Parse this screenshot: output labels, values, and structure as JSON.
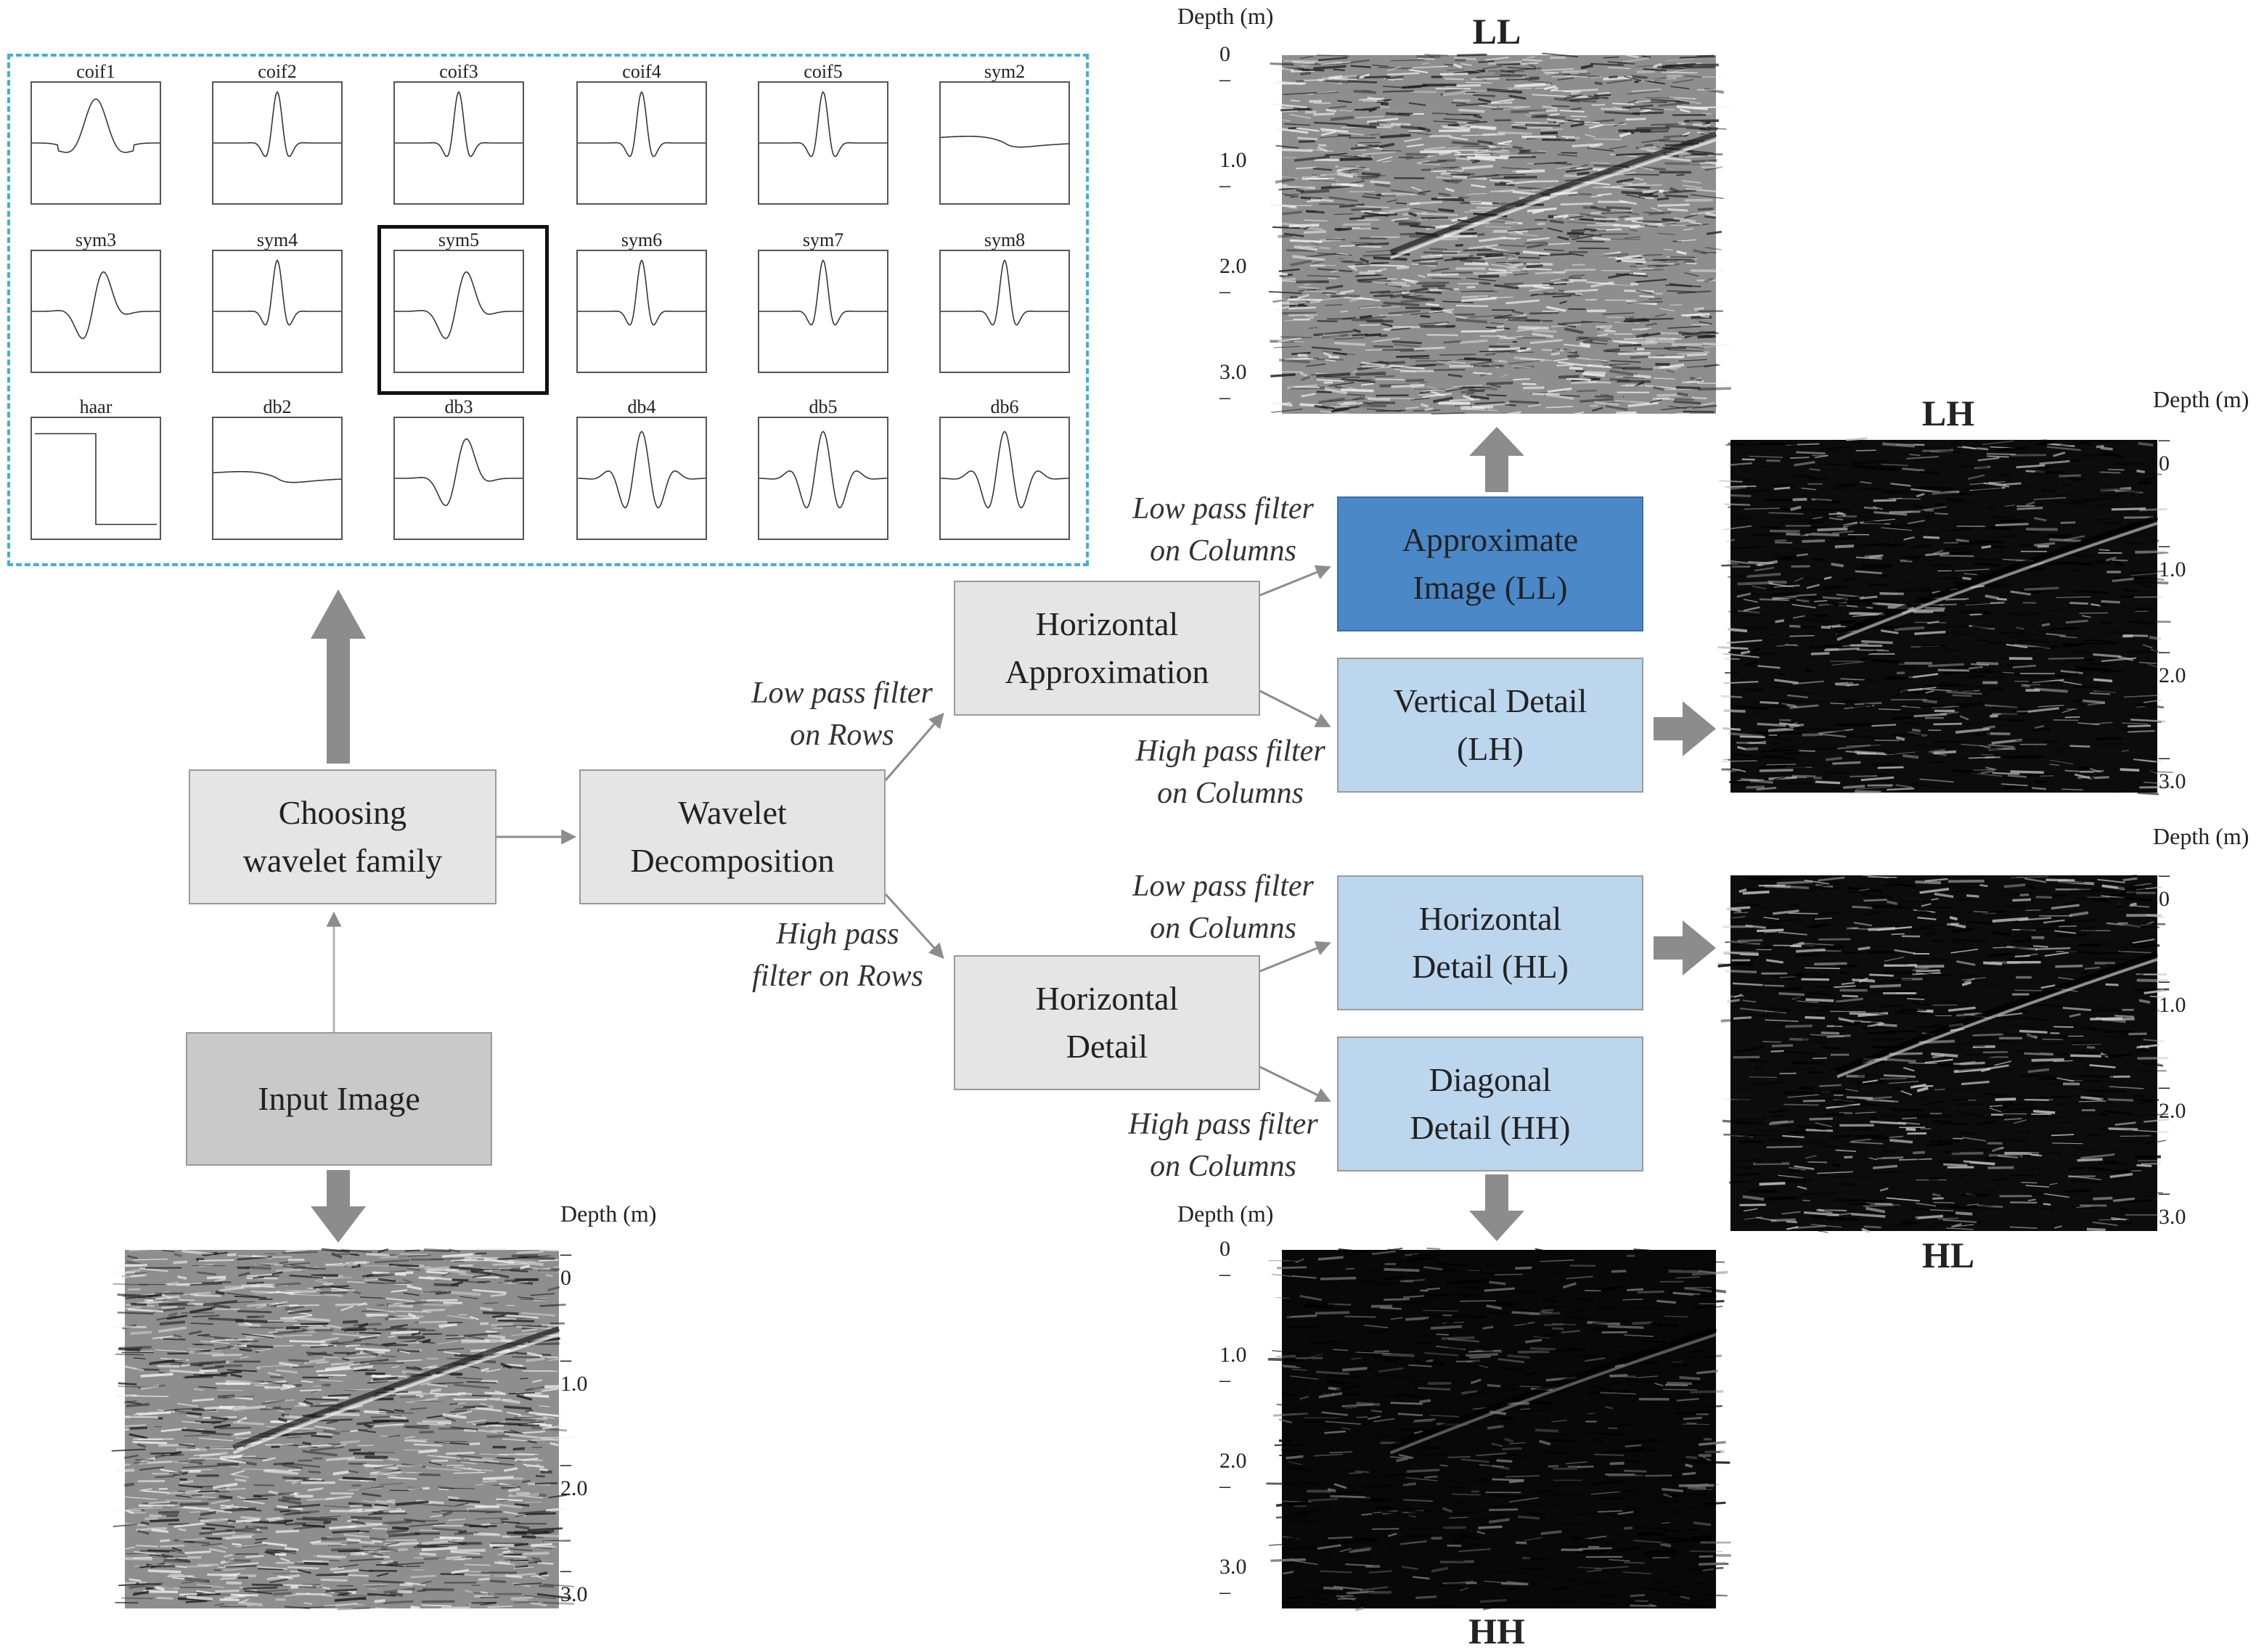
{
  "wavelet_panel": {
    "items": [
      {
        "name": "coif1",
        "type": "coif"
      },
      {
        "name": "coif2",
        "type": "spike"
      },
      {
        "name": "coif3",
        "type": "spike"
      },
      {
        "name": "coif4",
        "type": "spike"
      },
      {
        "name": "coif5",
        "type": "spike"
      },
      {
        "name": "sym2",
        "type": "sym2"
      },
      {
        "name": "sym3",
        "type": "sym"
      },
      {
        "name": "sym4",
        "type": "spike"
      },
      {
        "name": "sym5",
        "type": "sym",
        "selected": true
      },
      {
        "name": "sym6",
        "type": "spike"
      },
      {
        "name": "sym7",
        "type": "spike"
      },
      {
        "name": "sym8",
        "type": "spike"
      },
      {
        "name": "haar",
        "type": "haar"
      },
      {
        "name": "db2",
        "type": "sym2"
      },
      {
        "name": "db3",
        "type": "sym"
      },
      {
        "name": "db4",
        "type": "wave"
      },
      {
        "name": "db5",
        "type": "wave"
      },
      {
        "name": "db6",
        "type": "wave"
      }
    ],
    "border_color": "#3fb0d9"
  },
  "boxes": {
    "choosing": "Choosing\nwavelet family",
    "input": "Input Image",
    "wavelet_decomp": "Wavelet\nDecomposition",
    "horiz_approx": "Horizontal\nApproximation",
    "horiz_detail": "Horizontal\nDetail",
    "approx_ll": "Approximate\nImage (LL)",
    "vert_lh": "Vertical Detail\n(LH)",
    "horiz_hl": "Horizontal\nDetail (HL)",
    "diag_hh": "Diagonal\nDetail (HH)"
  },
  "filters": {
    "low_rows": "Low pass filter\non Rows",
    "high_rows": "High pass\nfilter on Rows",
    "low_cols_1": "Low pass filter\non Columns",
    "high_cols_1": "High pass filter\non Columns",
    "low_cols_2": "Low pass filter\non Columns",
    "high_cols_2": "High pass filter\non Columns"
  },
  "images": {
    "depth_caption": "Depth (m)",
    "ticks": [
      "0",
      "1.0",
      "2.0",
      "3.0"
    ],
    "titles": {
      "ll": "LL",
      "lh": "LH",
      "hl": "HL",
      "hh": "HH"
    }
  },
  "colors": {
    "gray": "#e5e5e5",
    "dark_gray": "#c9c9c9",
    "light_blue": "#bcd6ee",
    "blue": "#4a88c8",
    "arrow": "#8c8c8c"
  }
}
